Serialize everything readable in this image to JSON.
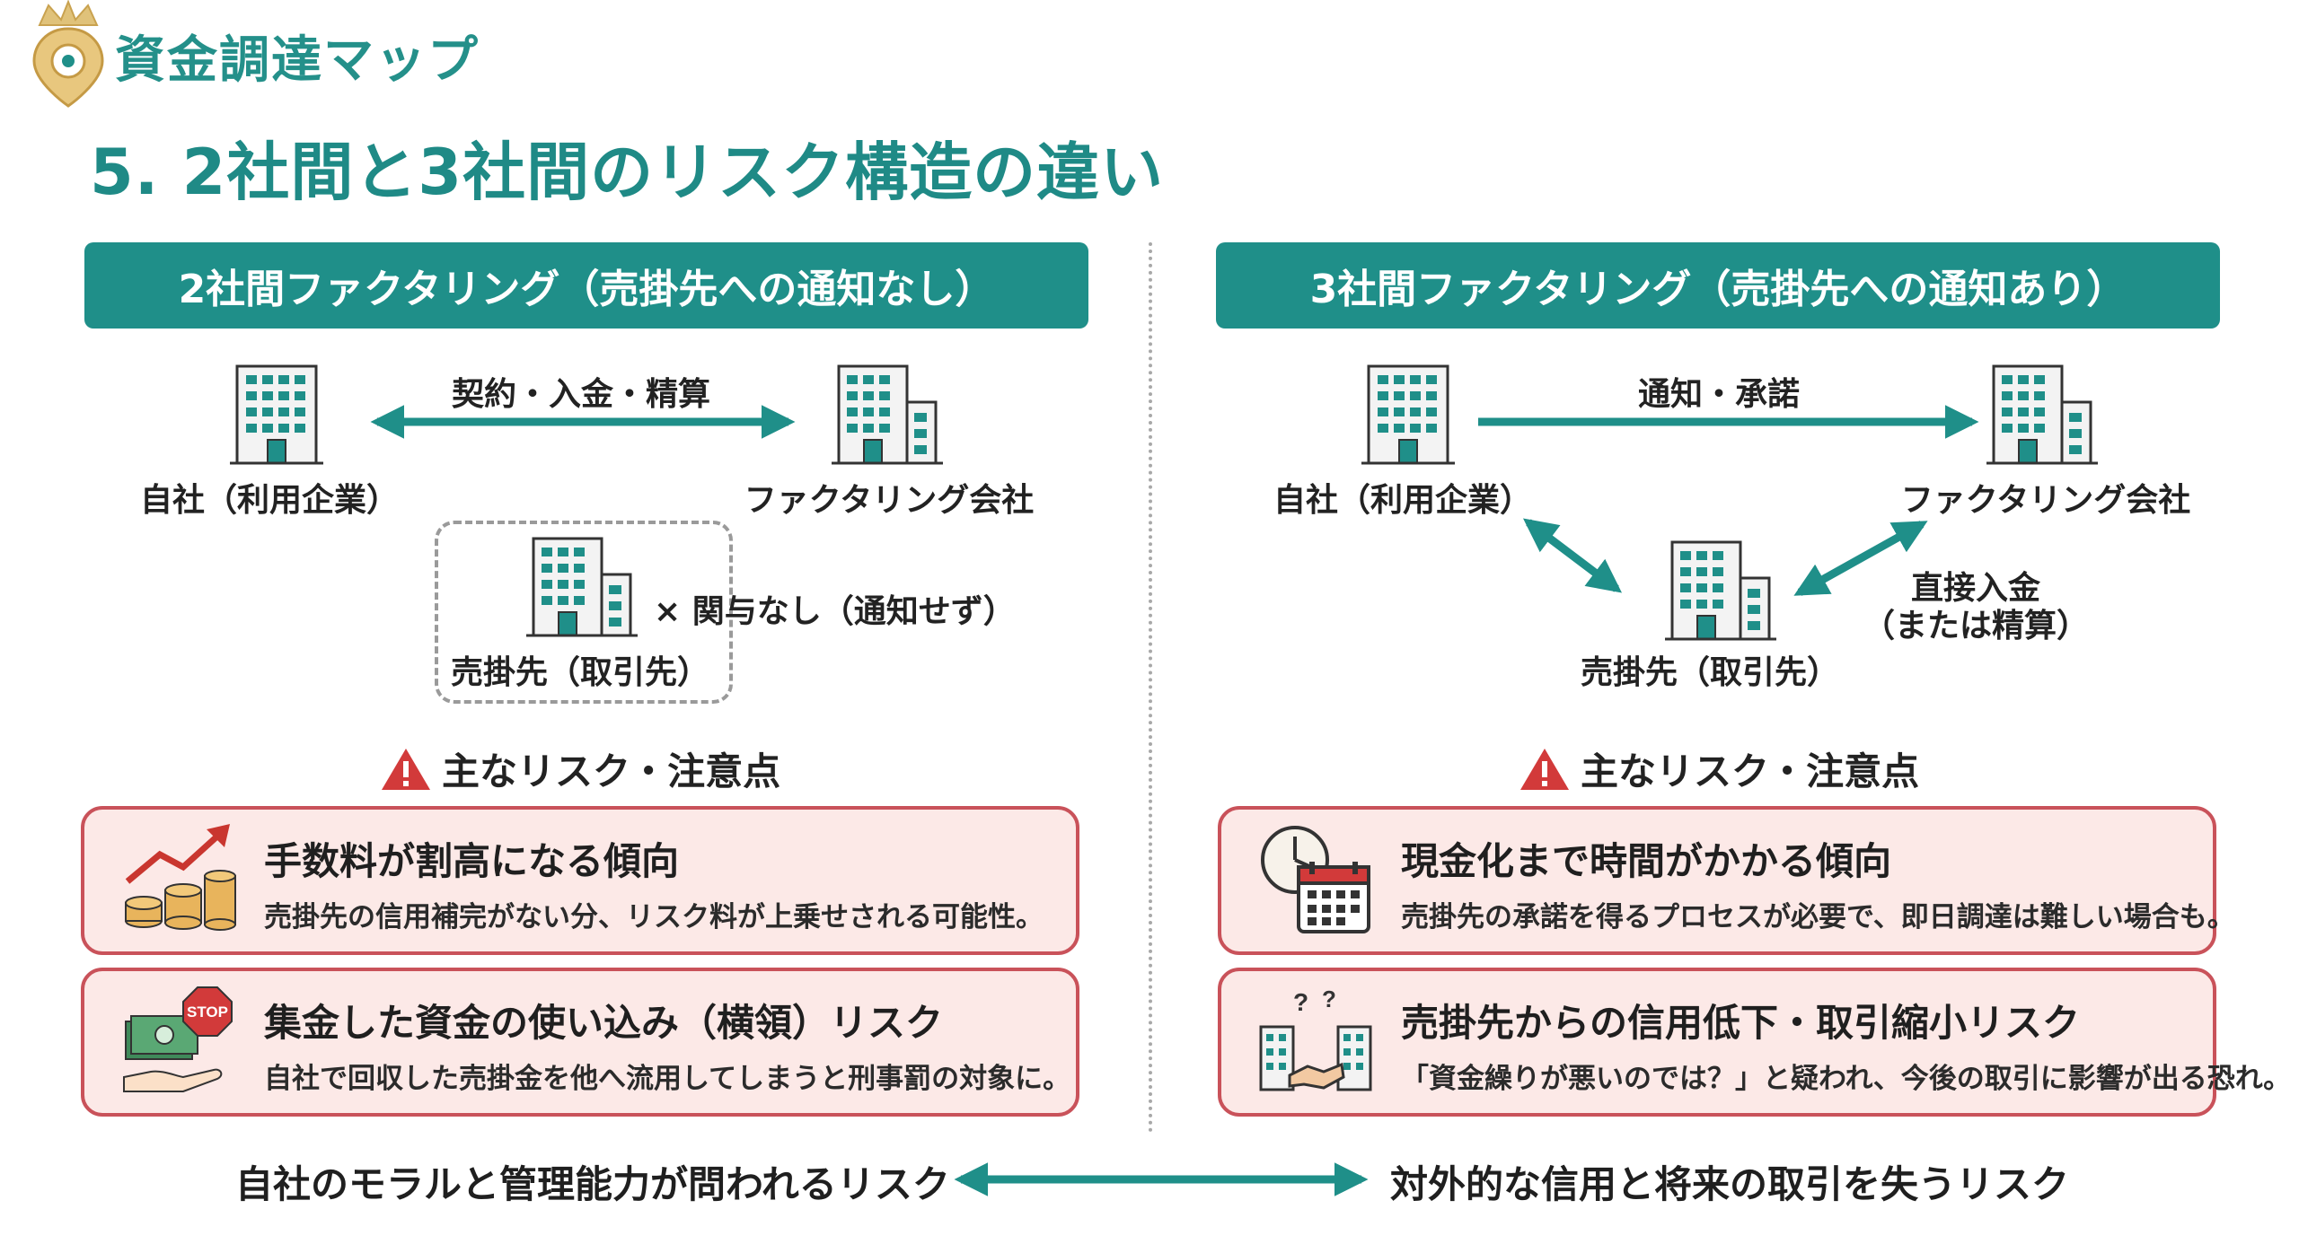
{
  "brand": {
    "name": "資金調達マップ",
    "icon": "crown-pin-logo-icon"
  },
  "page_title": "5. 2社間と3社間のリスク構造の違い",
  "left_panel": {
    "header": "2社間ファクタリング（売掛先への通知なし）",
    "company_label": "自社（利用企業）",
    "factor_label": "ファクタリング会社",
    "arrow_label": "契約・入金・精算",
    "customer_label": "売掛先（取引先）",
    "no_involvement": "× 関与なし（通知せず）",
    "risk_heading": "主なリスク・注意点",
    "risks": [
      {
        "title": "手数料が割高になる傾向",
        "desc": "売掛先の信用補完がない分、リスク料が上乗せされる可能性。",
        "icon": "rising-coins-icon"
      },
      {
        "title": "集金した資金の使い込み（横領）リスク",
        "desc": "自社で回収した売掛金を他へ流用してしまうと刑事罰の対象に。",
        "icon": "stop-money-hand-icon",
        "stop_text": "STOP"
      }
    ]
  },
  "right_panel": {
    "header": "3社間ファクタリング（売掛先への通知あり）",
    "company_label": "自社（利用企業）",
    "factor_label": "ファクタリング会社",
    "arrow_label": "通知・承諾",
    "customer_label": "売掛先（取引先）",
    "payment_label_1": "直接入金",
    "payment_label_2": "（または精算）",
    "risk_heading": "主なリスク・注意点",
    "risks": [
      {
        "title": "現金化まで時間がかかる傾向",
        "desc": "売掛先の承諾を得るプロセスが必要で、即日調達は難しい場合も。",
        "icon": "clock-calendar-icon"
      },
      {
        "title": "売掛先からの信用低下・取引縮小リスク",
        "desc": "「資金繰りが悪いのでは？」と疑われ、今後の取引に影響が出る恐れ。",
        "icon": "buildings-handshake-icon"
      }
    ]
  },
  "footer": {
    "left": "自社のモラルと管理能力が問われるリスク",
    "right": "対外的な信用と将来の取引を失うリスク"
  },
  "colors": {
    "teal": "#1f8f89",
    "risk_border": "#c9525a",
    "risk_bg": "#fce9e7",
    "warning": "#d23a3a"
  }
}
